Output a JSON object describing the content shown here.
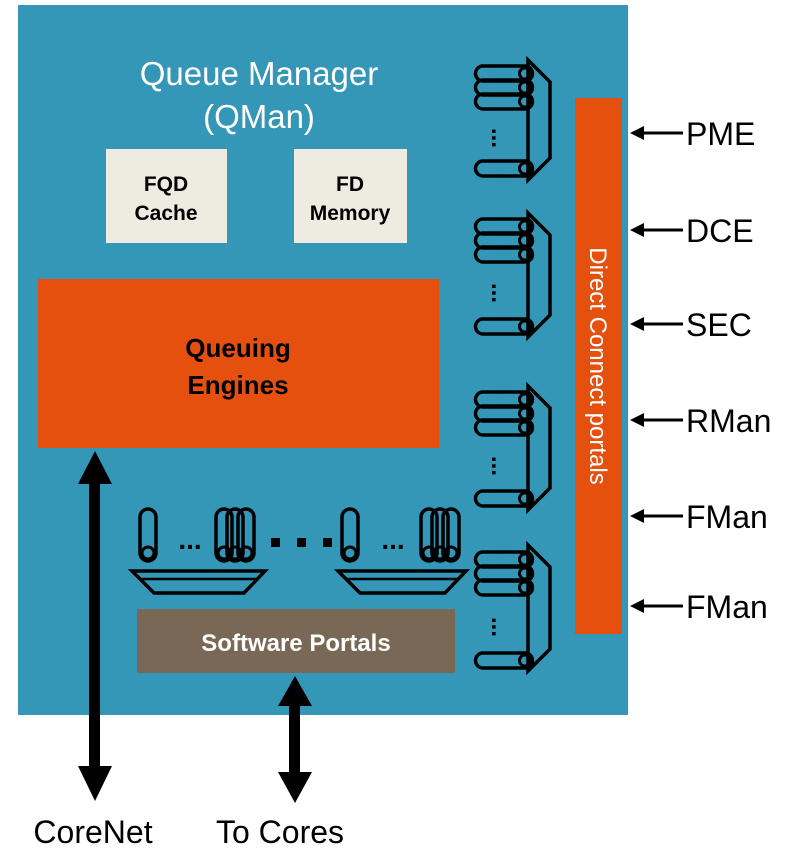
{
  "title": {
    "line1": "Queue Manager",
    "line2": "(QMan)"
  },
  "blocks": {
    "fqd_cache": {
      "line1": "FQD",
      "line2": "Cache"
    },
    "fd_memory": {
      "line1": "FD",
      "line2": "Memory"
    },
    "queuing_engines": {
      "line1": "Queuing",
      "line2": "Engines"
    },
    "software_portals": "Software Portals",
    "direct_connect_portals": "Direct Connect portals"
  },
  "external_inputs": [
    "PME",
    "DCE",
    "SEC",
    "RMan",
    "FMan",
    "FMan"
  ],
  "bottom_labels": {
    "corenet": "CoreNet",
    "to_cores": "To Cores"
  },
  "colors": {
    "qman_bg": "#3597b8",
    "engine_orange": "#e5500f",
    "cache_bg": "#eeebe1",
    "portal_brown": "#7a6856",
    "arrow": "#000000",
    "white_text": "#ffffff"
  }
}
